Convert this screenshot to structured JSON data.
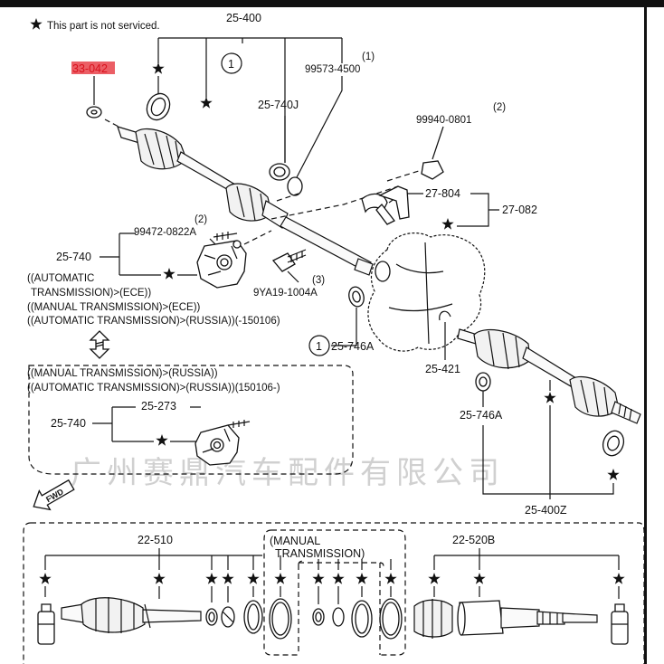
{
  "legend_note": "This part is not serviced.",
  "watermark": "广州赛鼎汽车配件有限公司",
  "fwd_label": "FWD",
  "callouts": {
    "c_25_400": "25-400",
    "c_99573": "99573-4500",
    "c_99573_ref": "(1)",
    "c_33_042": "33-042",
    "c_25_740J": "25-740J",
    "c_99940": "99940-0801",
    "c_99940_ref": "(2)",
    "c_27_804": "27-804",
    "c_27_082": "27-082",
    "c_99472": "99472-0822A",
    "c_99472_ref": "(2)",
    "c_25_740": "25-740",
    "c_9ya19": "9YA19-1004A",
    "c_9ya19_ref": "(3)",
    "c_25_746A_a": "25-746A",
    "c_25_421": "25-421",
    "c_25_746A_b": "25-746A",
    "c_25_400Z": "25-400Z",
    "c_25_740_b": "25-740",
    "c_25_273": "25-273",
    "c_22_510": "22-510",
    "c_22_520B": "22-520B",
    "circle_1_a": "1",
    "circle_1_b": "1"
  },
  "conditions": {
    "line1": "((AUTOMATIC",
    "line2": "TRANSMISSION)>(ECE))",
    "line3": "((MANUAL TRANSMISSION)>(ECE))",
    "line4": "((AUTOMATIC TRANSMISSION)>(RUSSIA))(-150106)",
    "box_line1": "((MANUAL TRANSMISSION)>(RUSSIA))",
    "box_line2": "((AUTOMATIC TRANSMISSION)>(RUSSIA))(150106-)",
    "manual_box_line1": "(MANUAL",
    "manual_box_line2": "TRANSMISSION)"
  },
  "highlight_color": "#e8424a"
}
